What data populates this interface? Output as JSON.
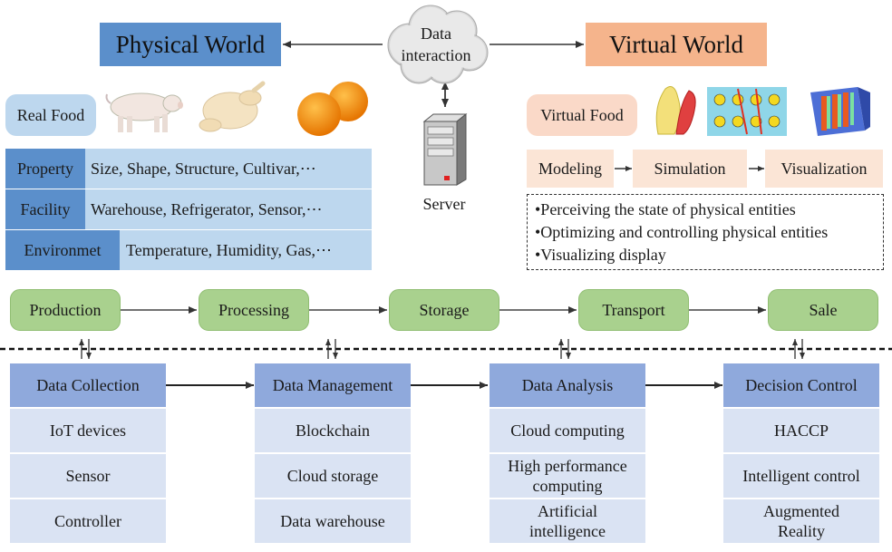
{
  "header": {
    "physical_world": "Physical World",
    "virtual_world": "Virtual World",
    "data_interaction": "Data\ninteraction",
    "server": "Server"
  },
  "physical": {
    "real_food": "Real Food",
    "rows": [
      {
        "label": "Property",
        "value": "Size, Shape, Structure, Cultivar,⋯"
      },
      {
        "label": "Facility",
        "value": "Warehouse, Refrigerator, Sensor,⋯"
      },
      {
        "label": "Environmet",
        "value": "Temperature, Humidity, Gas,⋯"
      }
    ]
  },
  "virtual": {
    "virtual_food": "Virtual Food",
    "steps": [
      "Modeling",
      "Simulation",
      "Visualization"
    ],
    "bullets": [
      "•Perceiving the state of physical entities",
      "•Optimizing and controlling physical entities",
      "•Visualizing display"
    ]
  },
  "stages": [
    "Production",
    "Processing",
    "Storage",
    "Transport",
    "Sale"
  ],
  "categories": [
    {
      "title": "Data Collection",
      "items": [
        "IoT devices",
        "Sensor",
        "Controller"
      ]
    },
    {
      "title": "Data Management",
      "items": [
        "Blockchain",
        "Cloud storage",
        "Data warehouse"
      ]
    },
    {
      "title": "Data Analysis",
      "items": [
        "Cloud computing",
        "High performance\ncomputing",
        "Artificial\nintelligence"
      ]
    },
    {
      "title": "Decision Control",
      "items": [
        "HACCP",
        "Intelligent control",
        "Augmented\nReality"
      ]
    }
  ],
  "colors": {
    "physical_blue": "#5b8fcb",
    "light_blue": "#bdd7ee",
    "virtual_orange": "#f5b48c",
    "light_orange": "#fbe5d6",
    "stage_green": "#a9d18e",
    "category_header": "#8fa9dc",
    "category_item": "#dae3f3"
  },
  "icons": [
    "pig-icon",
    "chicken-icon",
    "orange-icon",
    "cloud-icon",
    "server-icon",
    "food-model-images"
  ]
}
